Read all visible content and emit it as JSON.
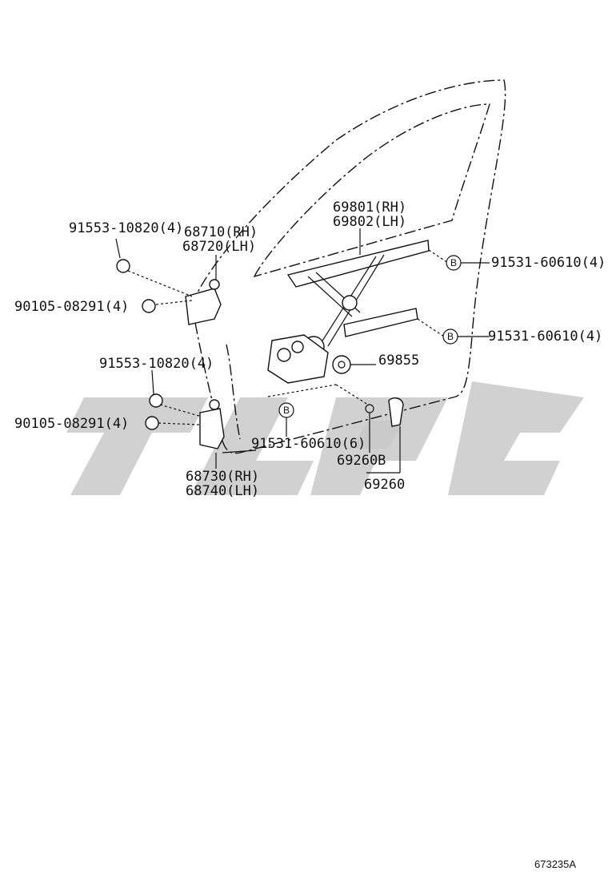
{
  "labels": {
    "p_91553_top": "91553-10820(4)",
    "p_68710": "68710(RH)",
    "p_68720": "68720(LH)",
    "p_90105_top": "90105-08291(4)",
    "p_91553_mid": "91553-10820(4)",
    "p_90105_bot": "90105-08291(4)",
    "p_68730": "68730(RH)",
    "p_68740": "68740(LH)",
    "p_69801": "69801(RH)",
    "p_69802": "69802(LH)",
    "p_91531_a": "91531-60610(4)",
    "p_91531_b": "91531-60610(4)",
    "p_69855": "69855",
    "p_91531_c": "91531-60610(6)",
    "p_69260B": "69260B",
    "p_69260": "69260",
    "ref_code": "673235A"
  },
  "markers": {
    "b": "B"
  },
  "colors": {
    "line": "#111111",
    "watermark": "#c9c9c9"
  }
}
